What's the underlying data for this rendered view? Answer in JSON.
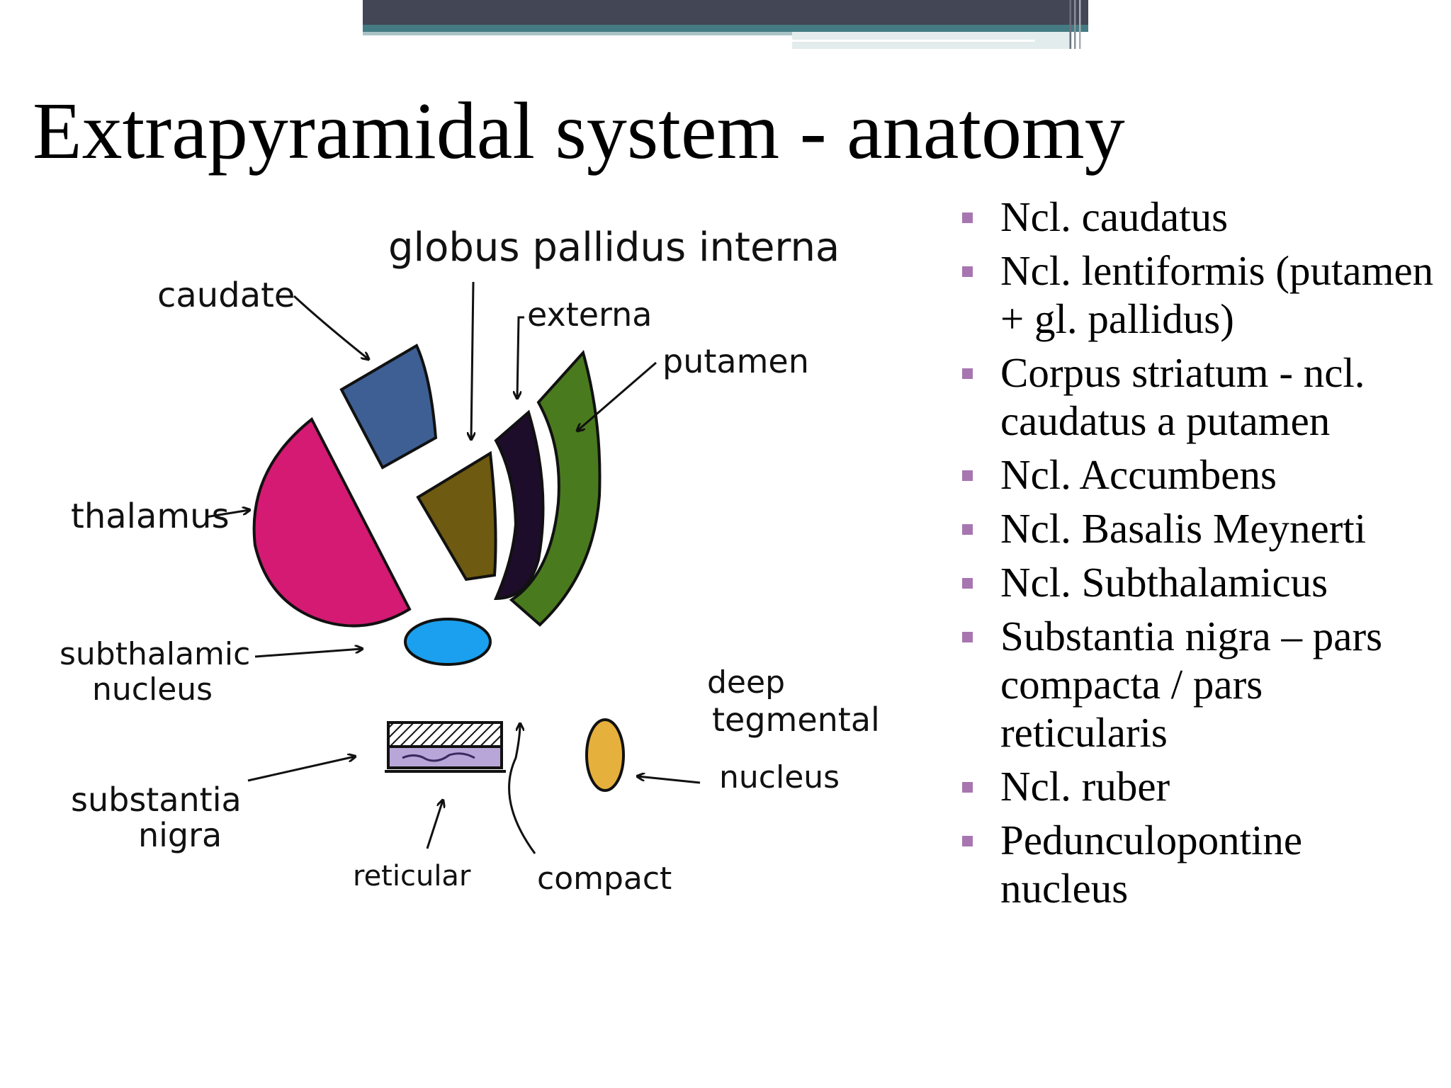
{
  "slide": {
    "title": "Extrapyramidal system - anatomy",
    "colors": {
      "header_dark": "#424655",
      "header_teal": "#447b83",
      "header_light_teal": "#a9c4c7",
      "bullet": "#a776b1"
    }
  },
  "diagram": {
    "labels": {
      "globus": "globus pallidus interna",
      "externa": "externa",
      "caudate": "caudate",
      "putamen": "putamen",
      "thalamus": "thalamus",
      "subthalamic_1": "subthalamic",
      "subthalamic_2": "nucleus",
      "deep_1": "deep",
      "deep_2": "tegmental",
      "deep_3": "nucleus",
      "substantia_1": "substantia",
      "substantia_2": "nigra",
      "reticular": "reticular",
      "compact": "compact"
    },
    "colors": {
      "caudate": "#3d5f94",
      "thalamus": "#d41a73",
      "gp_interna": "#6e5a10",
      "gp_externa": "#1d0c2a",
      "putamen": "#4a7a1e",
      "subthalamic": "#1aa0ee",
      "deep_tegmental": "#e6b03c",
      "substantia_compact": "#b9a6d8"
    }
  },
  "bullets": [
    "Ncl. caudatus",
    "Ncl. lentiformis (putamen + gl. pallidus)",
    "Corpus striatum - ncl. caudatus a putamen",
    "Ncl. Accumbens",
    "Ncl. Basalis Meynerti",
    "Ncl. Subthalamicus",
    "Substantia nigra – pars compacta / pars reticularis",
    "Ncl. ruber",
    "Pedunculopontine nucleus"
  ]
}
